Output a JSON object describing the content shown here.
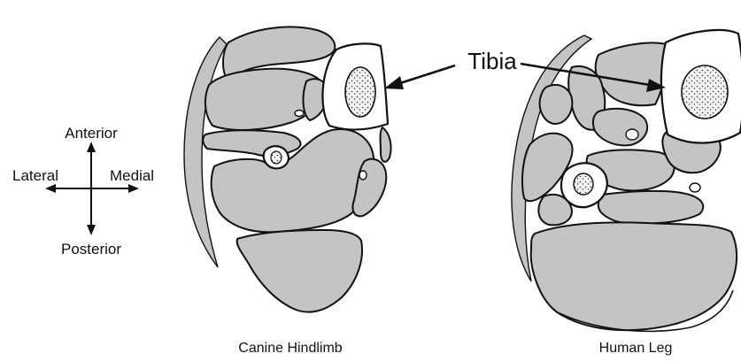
{
  "orientation": {
    "anterior": "Anterior",
    "posterior": "Posterior",
    "lateral": "Lateral",
    "medial": "Medial"
  },
  "callout": {
    "tibia": "Tibia"
  },
  "captions": {
    "canine": "Canine Hindlimb",
    "human": "Human Leg"
  }
}
